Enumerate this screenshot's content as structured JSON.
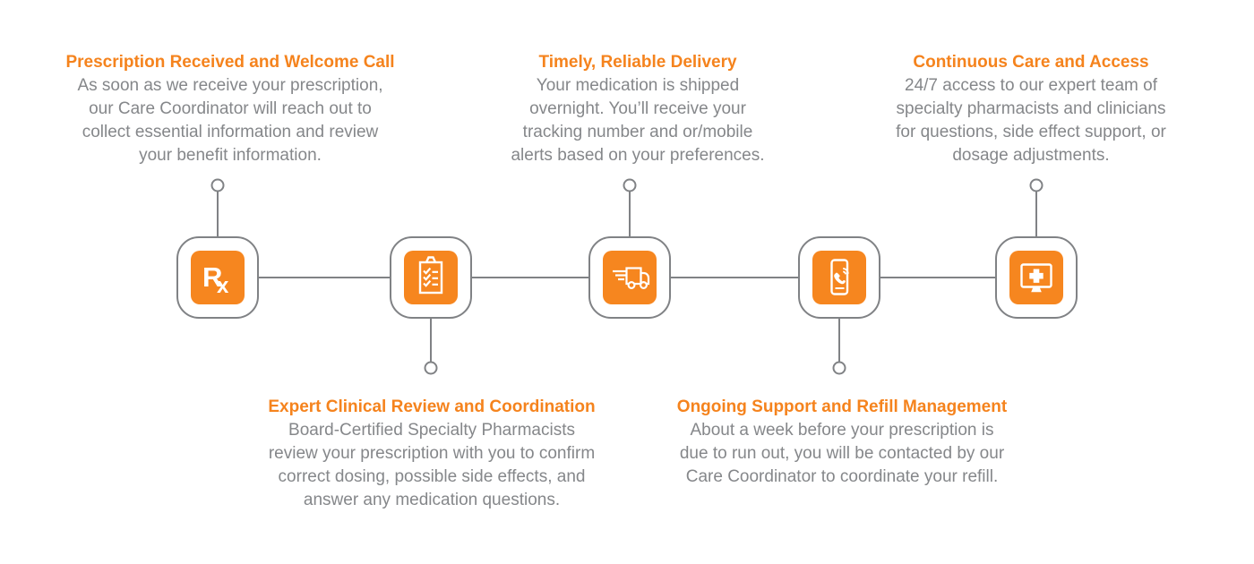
{
  "colors": {
    "accent_orange": "#F6861F",
    "title_orange": "#F5831D",
    "body_text_gray": "#85878A",
    "connector_gray": "#808285",
    "background": "#FFFFFF"
  },
  "steps": [
    {
      "title": "Prescription Received and Welcome Call",
      "body": [
        "As soon as we receive your prescription,",
        "our Care Coordinator will reach out to",
        "collect essential information and review",
        "your benefit information."
      ],
      "icon": "rx-prescription-icon",
      "icon_label_r": "R",
      "icon_label_x": "x",
      "text_position": "top"
    },
    {
      "title": "Expert Clinical Review and Coordination",
      "body": [
        "Board-Certified Specialty Pharmacists",
        "review your prescription with you to confirm",
        "correct dosing, possible side effects, and",
        "answer any medication questions."
      ],
      "icon": "checklist-clipboard-icon",
      "text_position": "bottom"
    },
    {
      "title": "Timely, Reliable Delivery",
      "body": [
        "Your medication is shipped",
        "overnight. You’ll receive your",
        "tracking number and or/mobile",
        "alerts based on your preferences."
      ],
      "icon": "delivery-truck-icon",
      "text_position": "top"
    },
    {
      "title": "Ongoing Support and Refill Management",
      "body": [
        "About a week before your prescription is",
        "due to run out, you will be contacted by our",
        "Care Coordinator to coordinate your refill."
      ],
      "icon": "phone-support-icon",
      "text_position": "bottom"
    },
    {
      "title": "Continuous Care and Access",
      "body": [
        "24/7 access to our expert team of",
        "specialty pharmacists and clinicians",
        "for questions, side effect support, or",
        "dosage adjustments."
      ],
      "icon": "telehealth-monitor-icon",
      "text_position": "top"
    }
  ]
}
